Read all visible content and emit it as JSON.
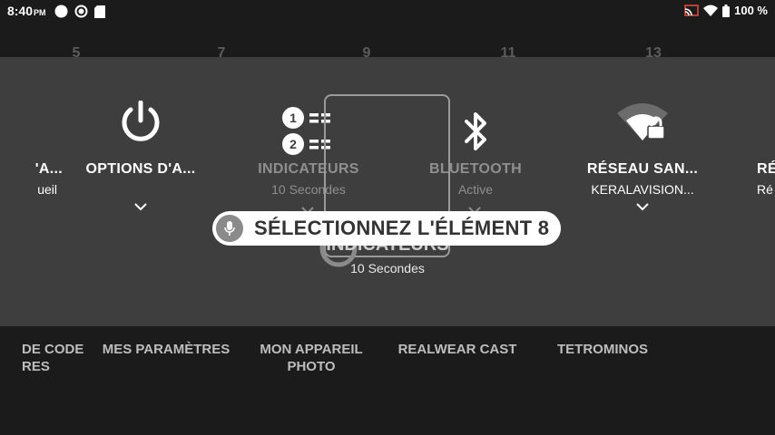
{
  "status": {
    "time": "8:40",
    "ampm": "PM",
    "battery": "100 %",
    "icons": [
      "circle-icon",
      "settings-icon",
      "sd-card-icon",
      "cast-icon",
      "wifi-icon",
      "battery-icon"
    ]
  },
  "grid_numbers": [
    "5",
    "7",
    "9",
    "11",
    "13"
  ],
  "tiles": [
    {
      "title": "'A...",
      "subtitle": "ueil"
    },
    {
      "title": "OPTIONS D'A...",
      "subtitle": ""
    },
    {
      "title": "INDICATEURS",
      "subtitle": "10 Secondes"
    },
    {
      "title": "BLUETOOTH",
      "subtitle": "Active"
    },
    {
      "title": "RÉSEAU SAN...",
      "subtitle": "KERALAVISION..."
    },
    {
      "title": "RÉ",
      "subtitle": "Ré"
    }
  ],
  "focused_overlay": {
    "title": "INDICATEURS",
    "subtitle": "10 Secondes"
  },
  "voice_prompt": "SÉLECTIONNEZ L'ÉLÉMENT 8",
  "apps": [
    {
      "line1": "DE CODE",
      "line2": "RES"
    },
    {
      "line1": "MES PARAMÈTRES",
      "line2": ""
    },
    {
      "line1": "MON APPAREIL",
      "line2": "PHOTO"
    },
    {
      "line1": "REALWEAR CAST",
      "line2": ""
    },
    {
      "line1": "TETROMINOS",
      "line2": ""
    }
  ],
  "colors": {
    "panel": "#3e3e3e",
    "background": "#1b1b1b",
    "accent": "#ffffff"
  }
}
